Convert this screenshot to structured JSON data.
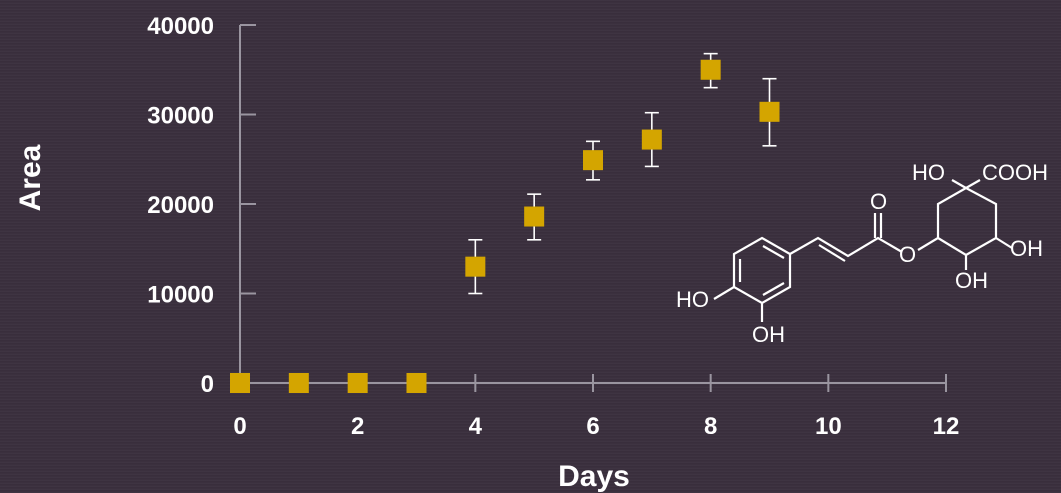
{
  "chart_data": {
    "type": "scatter",
    "title": "",
    "xlabel": "Days",
    "ylabel": "Area",
    "xlim": [
      0,
      12
    ],
    "ylim": [
      0,
      40000
    ],
    "xticks": [
      "0",
      "2",
      "4",
      "6",
      "8",
      "10",
      "12"
    ],
    "yticks": [
      "0",
      "10000",
      "20000",
      "30000",
      "40000"
    ],
    "grid": false,
    "marker_color": "#d4a500",
    "points": [
      {
        "x": 0,
        "y": 0,
        "err_low": 0,
        "err_high": 0
      },
      {
        "x": 1,
        "y": 0,
        "err_low": 0,
        "err_high": 0
      },
      {
        "x": 2,
        "y": 0,
        "err_low": 0,
        "err_high": 0
      },
      {
        "x": 3,
        "y": 0,
        "err_low": 0,
        "err_high": 0
      },
      {
        "x": 4,
        "y": 13000,
        "err_low": 10000,
        "err_high": 16000
      },
      {
        "x": 5,
        "y": 18600,
        "err_low": 16000,
        "err_high": 21100
      },
      {
        "x": 6,
        "y": 24900,
        "err_low": 22700,
        "err_high": 27000
      },
      {
        "x": 7,
        "y": 27200,
        "err_low": 24200,
        "err_high": 30200
      },
      {
        "x": 8,
        "y": 35000,
        "err_low": 33000,
        "err_high": 36800
      },
      {
        "x": 9,
        "y": 30300,
        "err_low": 26500,
        "err_high": 34000
      }
    ]
  },
  "structure": {
    "labels": {
      "ho_top": "HO",
      "cooh": "COOH",
      "carbonyl_o": "O",
      "ester_o": "O",
      "oh_right": "OH",
      "oh_bottom": "OH",
      "ho_left": "HO",
      "oh_ring": "OH"
    }
  }
}
